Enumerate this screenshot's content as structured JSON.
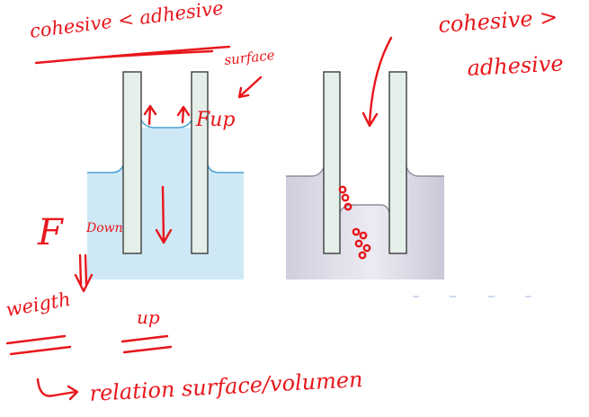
{
  "annotations": {
    "left_relation": "cohesive < adhesive",
    "surface": "surface",
    "force_up": "Fup",
    "force_down_f": "F",
    "force_down_word": "Down",
    "right_relation_line1": "cohesive >",
    "right_relation_line2": "adhesive",
    "weight": "weigth",
    "up": "up",
    "bottom_note": "relation surface/volumen"
  },
  "colors": {
    "ink": "#e8161b",
    "water": "#cfe8f6",
    "water_meniscus": "#4aa3d6",
    "mercury": "#dcdbe8",
    "tube_fill": "#e4efe9",
    "tube_stroke": "#3d3d3d"
  }
}
